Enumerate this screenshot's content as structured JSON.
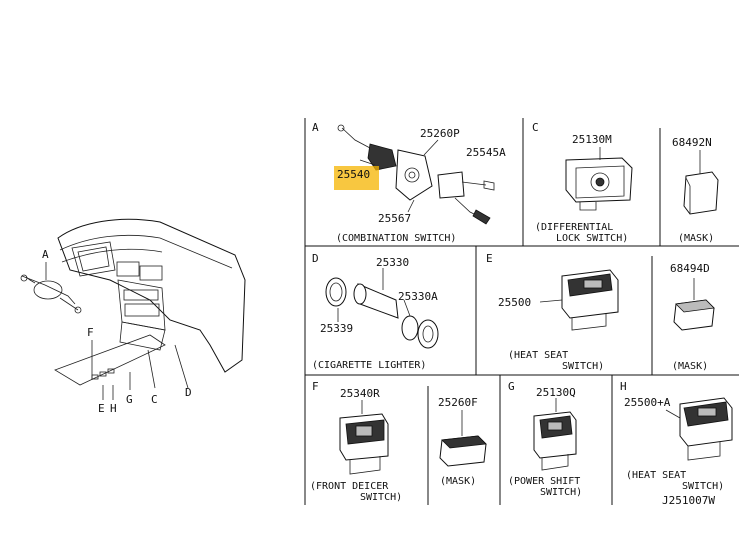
{
  "diagram": {
    "code": "J251007W",
    "sections": {
      "A": {
        "letter": "A",
        "parts": [
          "25540",
          "25260P",
          "25545A",
          "25567"
        ],
        "caption": "(COMBINATION SWITCH)"
      },
      "C": {
        "letter": "C",
        "parts": [
          "25130M",
          "68492N"
        ],
        "caption1_line1": "(DIFFERENTIAL",
        "caption1_line2": "LOCK SWITCH)",
        "caption2": "(MASK)"
      },
      "D": {
        "letter": "D",
        "parts": [
          "25330",
          "25330A",
          "25339"
        ],
        "caption": "(CIGARETTE LIGHTER)"
      },
      "E": {
        "letter": "E",
        "parts": [
          "25500",
          "68494D"
        ],
        "caption1_line1": "(HEAT SEAT",
        "caption1_line2": "SWITCH)",
        "caption2": "(MASK)"
      },
      "F": {
        "letter": "F",
        "parts": [
          "25340R",
          "25260F"
        ],
        "caption1_line1": "(FRONT DEICER",
        "caption1_line2": "SWITCH)",
        "caption2": "(MASK)"
      },
      "G": {
        "letter": "G",
        "parts": [
          "25130Q"
        ],
        "caption_line1": "(POWER SHIFT",
        "caption_line2": "SWITCH)"
      },
      "H": {
        "letter": "H",
        "parts": [
          "25500+A"
        ],
        "caption_line1": "(HEAT SEAT",
        "caption_line2": "SWITCH)"
      }
    },
    "overview_labels": [
      "A",
      "F",
      "E",
      "H",
      "G",
      "C",
      "D"
    ],
    "highlight_color": "#f5b400"
  }
}
